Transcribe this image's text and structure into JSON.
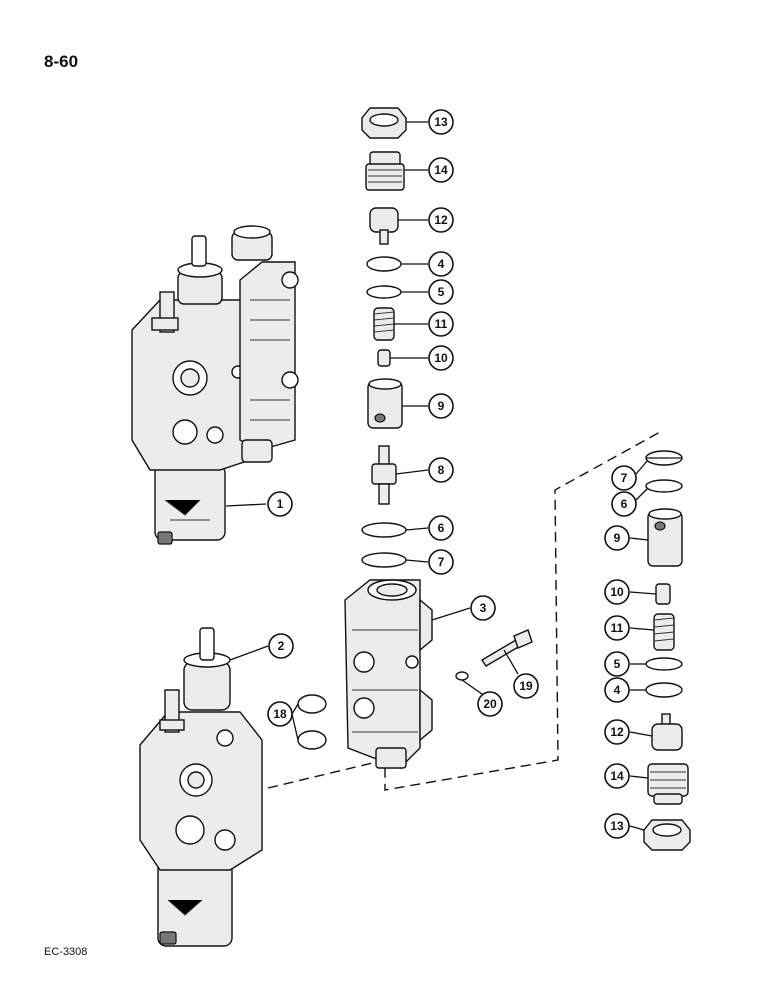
{
  "page": {
    "number": "8-60",
    "drawing_code": "EC-3308"
  },
  "callouts": {
    "c1": "1",
    "c2": "2",
    "c3": "3",
    "c4a": "4",
    "c4b": "4",
    "c5a": "5",
    "c5b": "5",
    "c6a": "6",
    "c6b": "6",
    "c7a": "7",
    "c7b": "7",
    "c8": "8",
    "c9a": "9",
    "c9b": "9",
    "c10a": "10",
    "c10b": "10",
    "c11a": "11",
    "c11b": "11",
    "c12a": "12",
    "c12b": "12",
    "c13a": "13",
    "c13b": "13",
    "c14a": "14",
    "c14b": "14",
    "c18": "18",
    "c19": "19",
    "c20": "20"
  }
}
